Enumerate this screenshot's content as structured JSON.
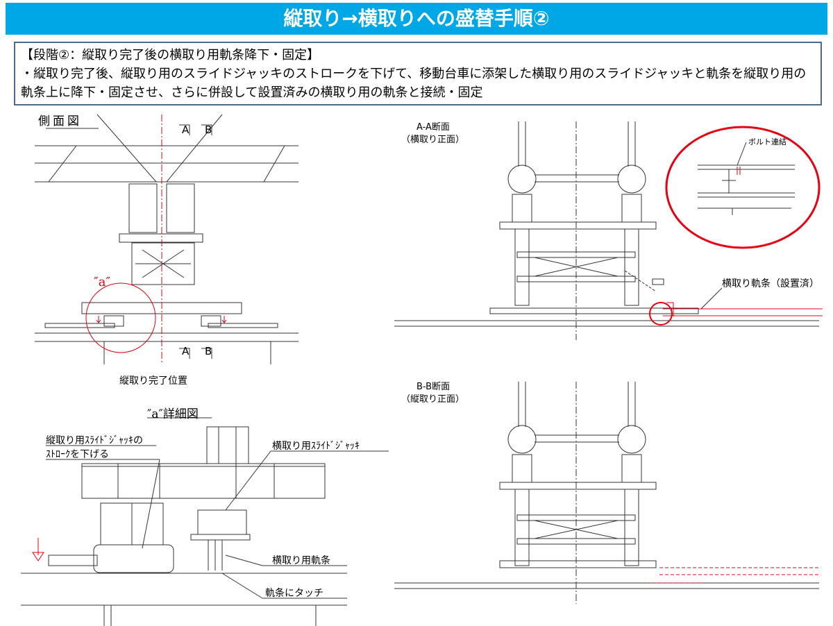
{
  "title": "縦取り→横取りへの盛替手順②",
  "description": {
    "heading": "【段階②：縦取り完了後の横取り用軌条降下・固定】",
    "body": "・縦取り完了後、縦取り用のスライドジャッキのストロークを下げて、移動台車に添架した横取り用のスライドジャッキと軌条を縦取り用の軌条上に降下・固定させ、さらに併設して設置済みの横取り用の軌条と接続・固定"
  },
  "side_view": {
    "title": "側面図",
    "section_marks": [
      "A",
      "B",
      "A",
      "B"
    ],
    "detail_marker": "″a″",
    "caption": "縦取り完了位置"
  },
  "detail_view": {
    "title": "″a″詳細図",
    "labels": {
      "vertical_jack": "縦取り用ｽﾗｲﾄﾞｼﾞｬｯｷの",
      "vertical_jack_2": "ｽﾄﾛｰｸを下げる",
      "horizontal_jack": "横取り用ｽﾗｲﾄﾞｼﾞｬｯｷ",
      "horizontal_rail": "横取り用軌条",
      "touch": "軌条にタッチ"
    }
  },
  "section_aa": {
    "title": "A-A断面",
    "subtitle": "（横取り正面）",
    "rail_label": "横取り軌条（設置済）",
    "bolt_label": "ボルト連結"
  },
  "section_bb": {
    "title": "B-B断面",
    "subtitle": "（縦取り正面）"
  },
  "colors": {
    "accent": "#00a7e7",
    "highlight": "#e60012"
  }
}
